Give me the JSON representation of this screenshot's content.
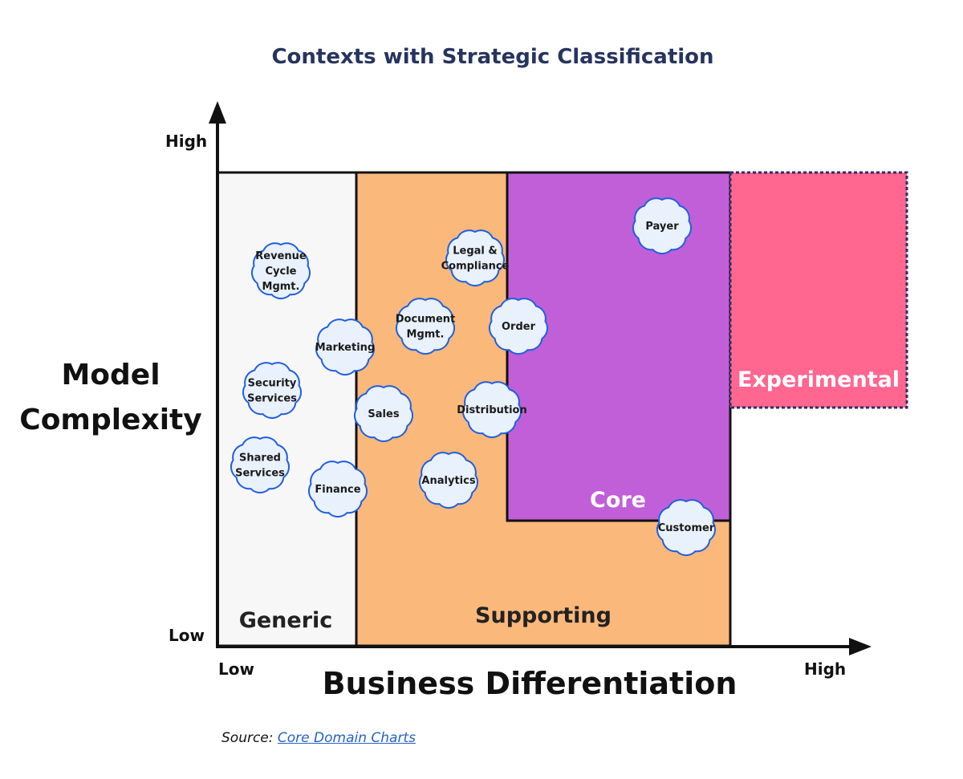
{
  "title": "Contexts with Strategic Classification",
  "axes": {
    "y_label_line1": "Model",
    "y_label_line2": "Complexity",
    "y_high": "High",
    "y_low": "Low",
    "x_label": "Business Differentiation",
    "x_low": "Low",
    "x_high": "High"
  },
  "regions": {
    "generic": "Generic",
    "supporting": "Supporting",
    "core": "Core",
    "experimental": "Experimental"
  },
  "colors": {
    "generic": "#f7f7f7",
    "supporting": "#fbb87b",
    "core": "#c05fd8",
    "experimental": "#ff6690",
    "cloud_fill": "#e9f1fd",
    "cloud_stroke": "#1f5fe0",
    "title": "#27345f"
  },
  "contexts": [
    {
      "id": "revenue-cycle",
      "lines": [
        "Revenue",
        "Cycle",
        "Mgmt."
      ]
    },
    {
      "id": "legal",
      "lines": [
        "Legal &",
        "Compliance"
      ]
    },
    {
      "id": "payer",
      "lines": [
        "Payer"
      ]
    },
    {
      "id": "document",
      "lines": [
        "Document",
        "Mgmt."
      ]
    },
    {
      "id": "order",
      "lines": [
        "Order"
      ]
    },
    {
      "id": "marketing",
      "lines": [
        "Marketing"
      ]
    },
    {
      "id": "security",
      "lines": [
        "Security",
        "Services"
      ]
    },
    {
      "id": "sales",
      "lines": [
        "Sales"
      ]
    },
    {
      "id": "distribution",
      "lines": [
        "Distribution"
      ]
    },
    {
      "id": "shared",
      "lines": [
        "Shared",
        "Services"
      ]
    },
    {
      "id": "finance",
      "lines": [
        "Finance"
      ]
    },
    {
      "id": "analytics",
      "lines": [
        "Analytics"
      ]
    },
    {
      "id": "customer",
      "lines": [
        "Customer"
      ]
    }
  ],
  "source": {
    "prefix": "Source: ",
    "link_text": "Core Domain Charts"
  }
}
